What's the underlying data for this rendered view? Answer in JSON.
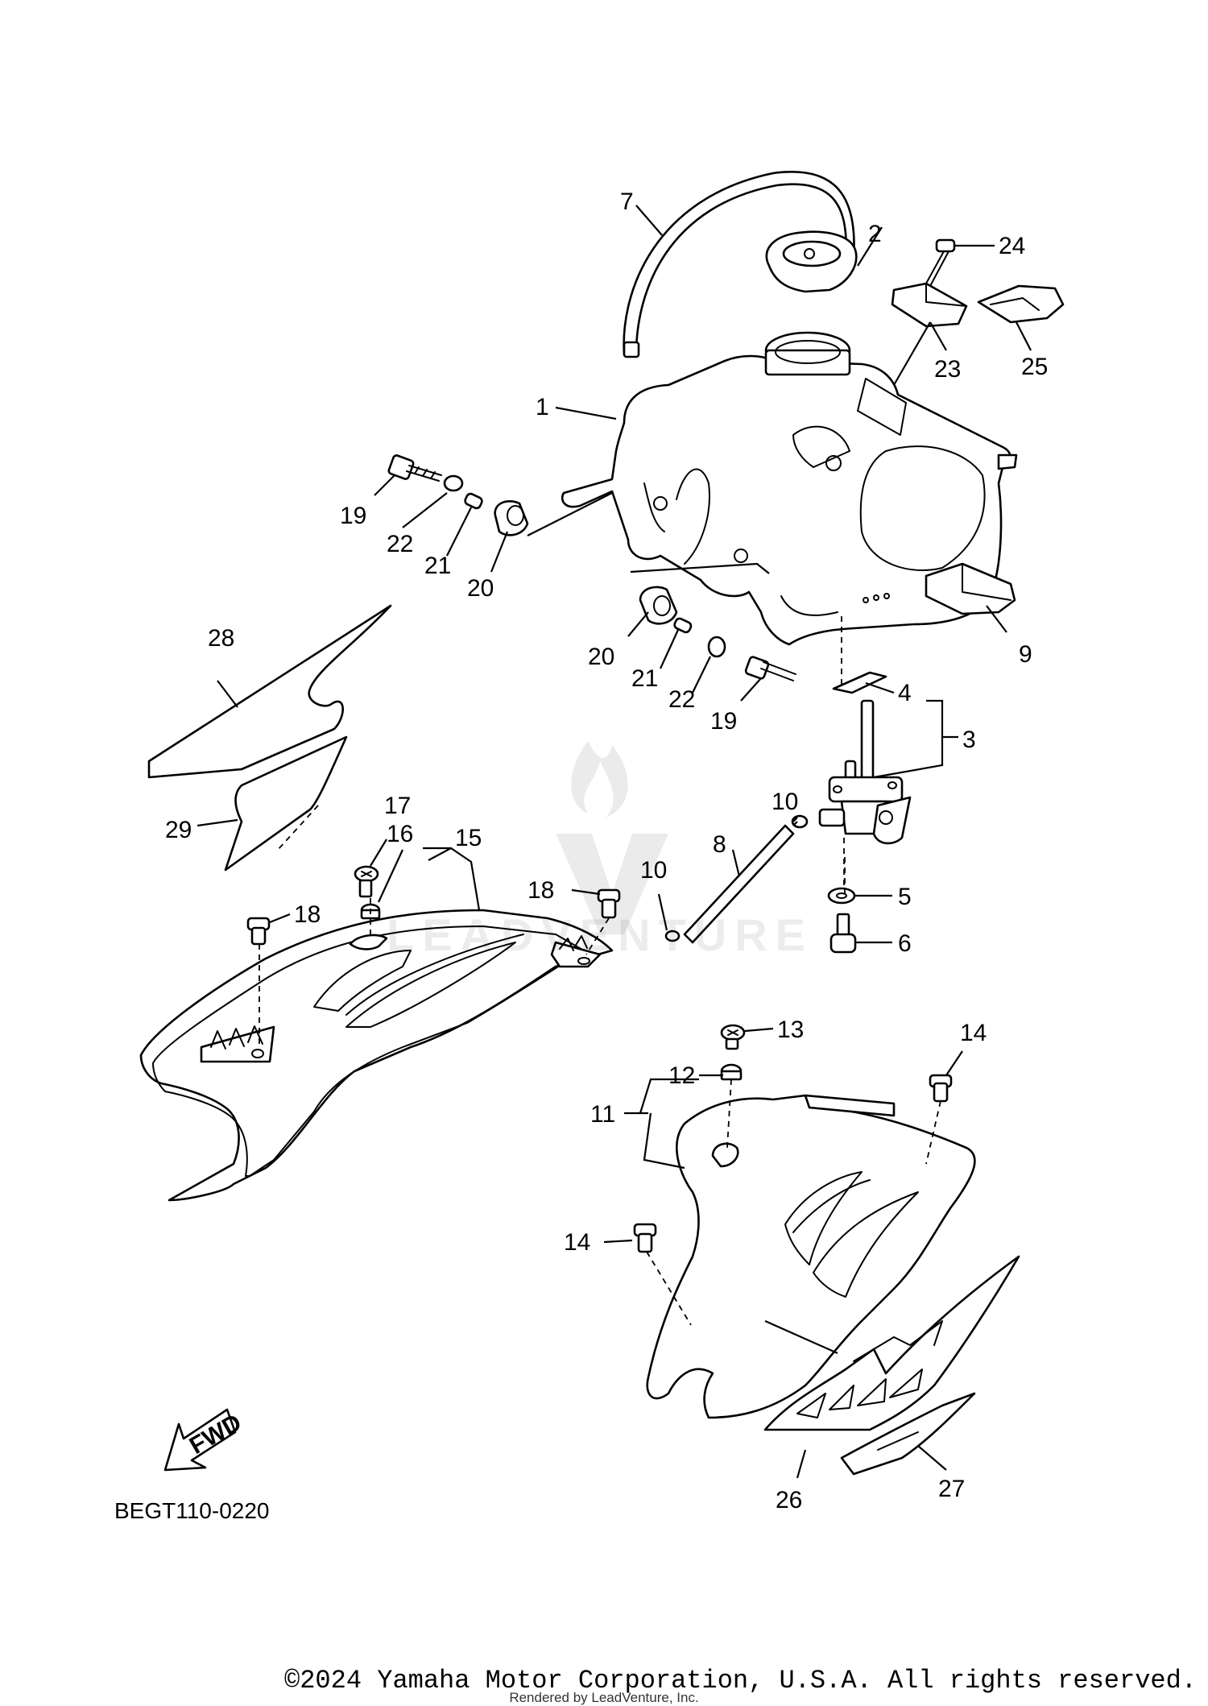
{
  "diagram": {
    "code": "BEGT110-0220",
    "direction_badge": "FWD",
    "watermark_text": "LEADVENTURE",
    "callouts": [
      "1",
      "2",
      "3",
      "4",
      "5",
      "6",
      "7",
      "8",
      "9",
      "10",
      "10",
      "11",
      "12",
      "13",
      "14",
      "14",
      "15",
      "16",
      "17",
      "18",
      "18",
      "19",
      "19",
      "20",
      "20",
      "21",
      "21",
      "22",
      "22",
      "23",
      "24",
      "25",
      "26",
      "27",
      "28",
      "29"
    ]
  },
  "footer": {
    "copyright": "©2024 Yamaha Motor Corporation, U.S.A. All rights reserved.",
    "rendered_by": "Rendered by LeadVenture, Inc."
  },
  "colors": {
    "ink": "#000000",
    "paper": "#ffffff"
  }
}
